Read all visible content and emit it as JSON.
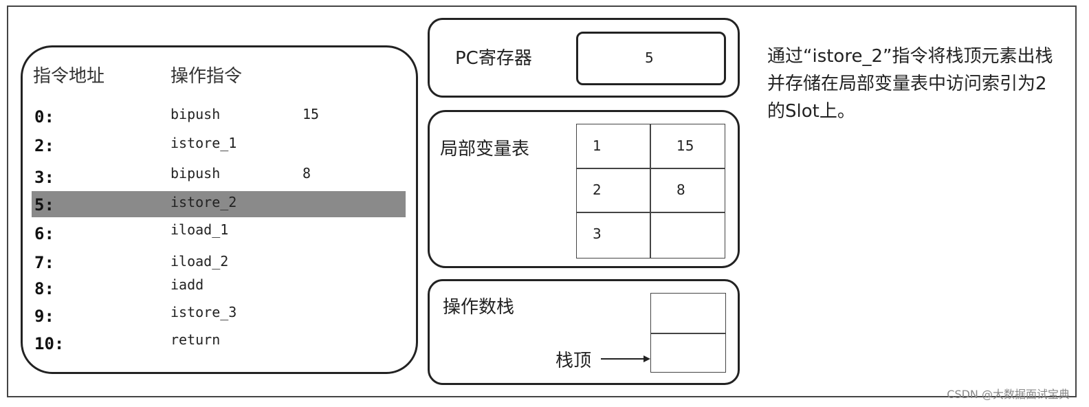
{
  "instructions": {
    "header_address": "指令地址",
    "header_op": "操作指令",
    "rows": [
      {
        "addr": "0:",
        "op": "bipush",
        "arg": "15"
      },
      {
        "addr": "2:",
        "op": "istore_1",
        "arg": ""
      },
      {
        "addr": "3:",
        "op": "bipush",
        "arg": "8"
      },
      {
        "addr": "5:",
        "op": "istore_2",
        "arg": ""
      },
      {
        "addr": "6:",
        "op": "iload_1",
        "arg": ""
      },
      {
        "addr": "7:",
        "op": "iload_2",
        "arg": ""
      },
      {
        "addr": "8:",
        "op": "iadd",
        "arg": ""
      },
      {
        "addr": "9:",
        "op": "istore_3",
        "arg": ""
      },
      {
        "addr": "10:",
        "op": "return",
        "arg": ""
      }
    ],
    "highlighted_addr": "5:"
  },
  "pc": {
    "label": "PC寄存器",
    "value": "5"
  },
  "local_variable_table": {
    "label": "局部变量表",
    "rows": [
      {
        "index": "1",
        "value": "15"
      },
      {
        "index": "2",
        "value": "8"
      },
      {
        "index": "3",
        "value": ""
      }
    ]
  },
  "operand_stack": {
    "label": "操作数栈",
    "top_label": "栈顶"
  },
  "description": "通过“istore_2”指令将栈顶元素出栈并存储在局部变量表中访问索引为2的Slot上。",
  "watermark": "CSDN @大数据面试宝典",
  "colors": {
    "highlight": "#8a8a8a",
    "border": "#222222"
  }
}
